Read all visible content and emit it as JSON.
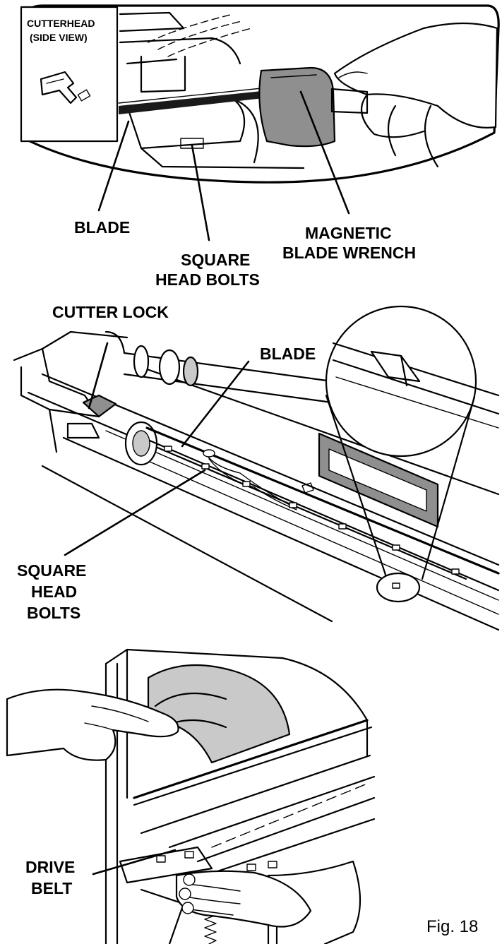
{
  "top_panel": {
    "inset_title_line1": "CUTTERHEAD",
    "inset_title_line2": "(SIDE VIEW)",
    "label_blade": "BLADE",
    "label_bolts_line1": "SQUARE",
    "label_bolts_line2": "HEAD BOLTS",
    "label_wrench_line1": "MAGNETIC",
    "label_wrench_line2": "BLADE WRENCH"
  },
  "middle_panel": {
    "label_cutter_lock": "CUTTER LOCK",
    "label_blade": "BLADE",
    "label_bolts_line1": "SQUARE",
    "label_bolts_line2": "HEAD",
    "label_bolts_line3": "BOLTS"
  },
  "bottom_panel": {
    "label_drive_line1": "DRIVE",
    "label_drive_line2": "BELT"
  },
  "figure_caption": "Fig. 18"
}
